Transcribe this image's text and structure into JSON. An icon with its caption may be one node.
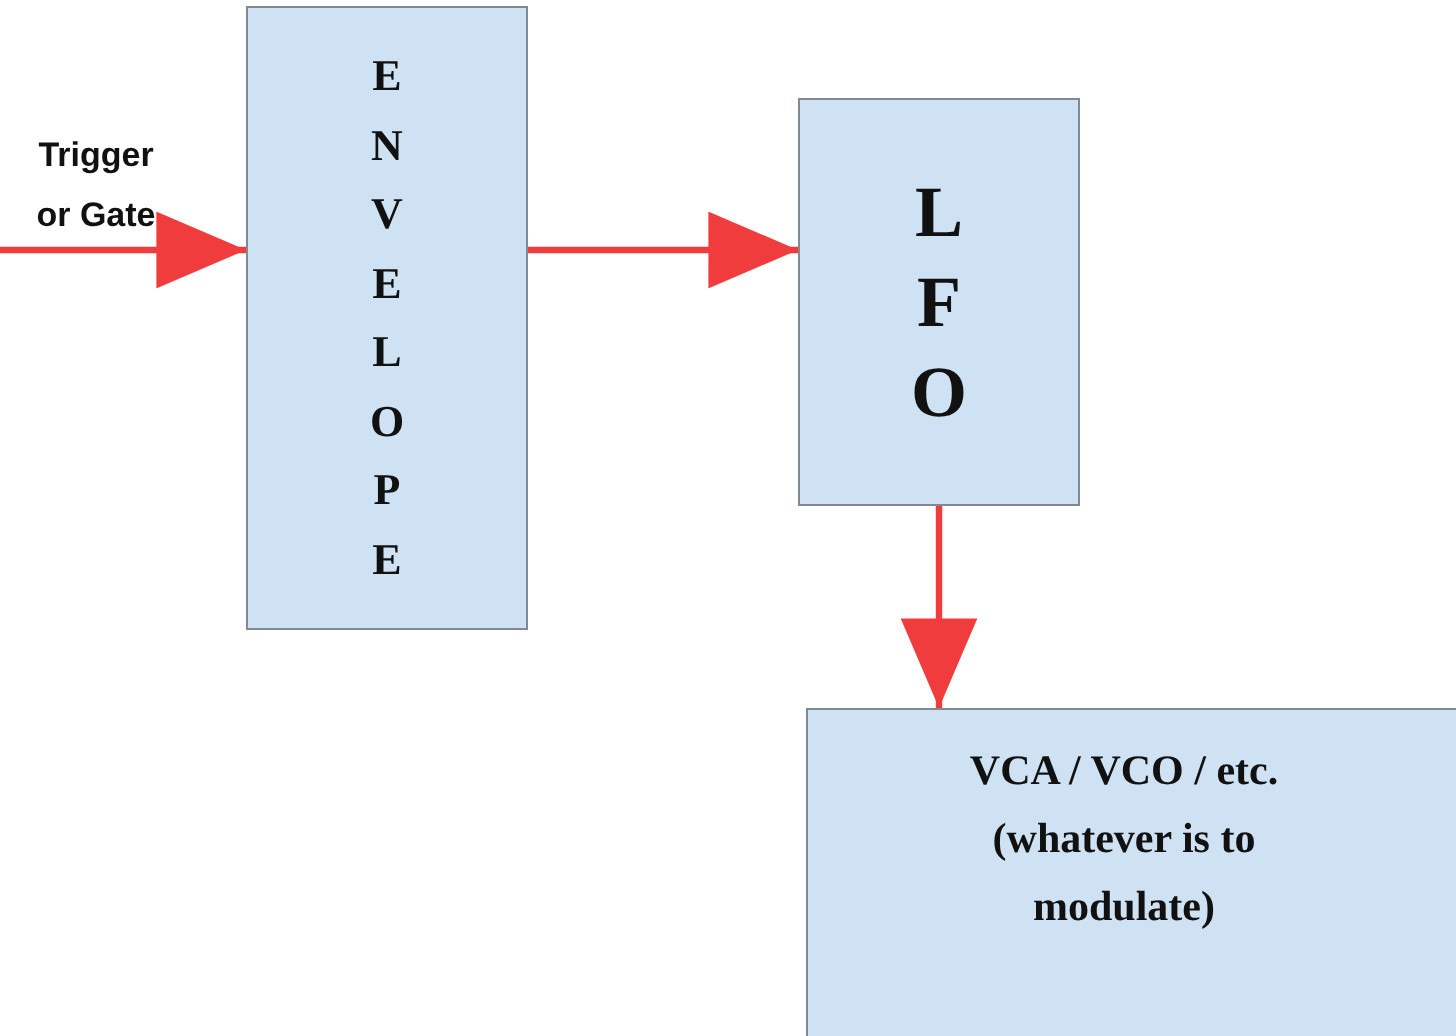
{
  "diagram": {
    "nodes": [
      {
        "text": [
          "ENVELOPE"
        ]
      },
      {
        "text": [
          "LFO"
        ]
      },
      {
        "text": [
          "VCA / VCO / etc. (whatever is to modulate)"
        ]
      }
    ],
    "edges": [
      {
        "from": null,
        "to": 0,
        "arrow": "to",
        "label": "Trigger or Gate"
      },
      {
        "from": 0,
        "to": 1,
        "arrow": "to"
      },
      {
        "from": 1,
        "to": 2,
        "arrow": "to"
      }
    ]
  }
}
